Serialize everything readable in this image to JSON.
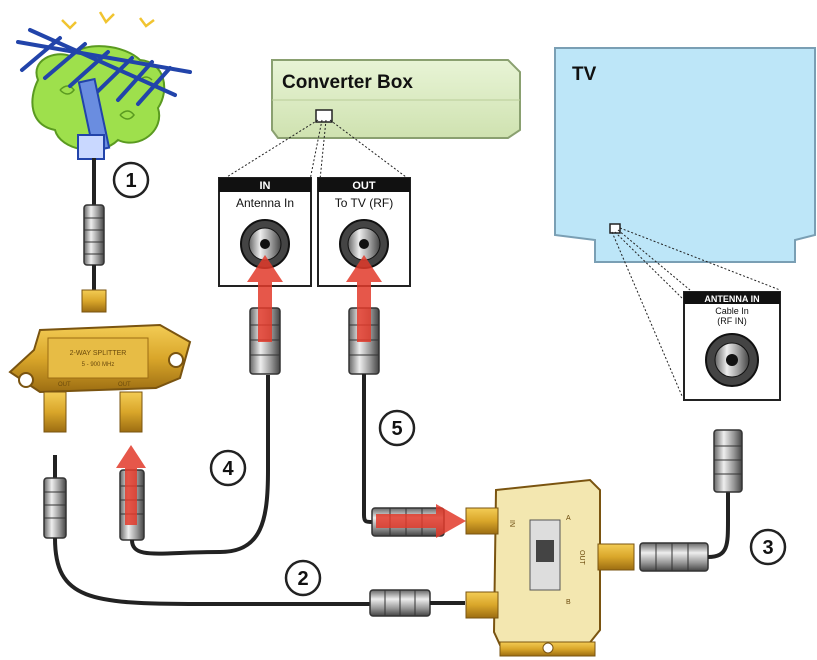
{
  "converter_box": {
    "title": "Converter Box"
  },
  "tv": {
    "title": "TV"
  },
  "input_panel": {
    "header": "IN",
    "label": "Antenna In"
  },
  "output_panel": {
    "header": "OUT",
    "label": "To TV (RF)"
  },
  "tv_antenna_panel": {
    "header": "ANTENNA IN",
    "line1": "Cable In",
    "line2": "(RF IN)"
  },
  "splitter": {
    "line1": "2-WAY SPLITTER",
    "line2": "5 - 900 MHz",
    "port_left": "OUT",
    "port_right": "OUT"
  },
  "ab_switch": {
    "label_in": "IN",
    "label_a": "A",
    "label_b": "B",
    "label_out": "OUT"
  },
  "steps": [
    "1",
    "2",
    "3",
    "4",
    "5"
  ],
  "colors": {
    "box_green": "#dfefc8",
    "tv_blue": "#bde6f8",
    "brass": "#d9a62a",
    "arrow_red": "#e23a2a",
    "antenna_blue": "#2244aa",
    "grass_green": "#9ee04c"
  },
  "icons": [
    "antenna-icon",
    "coax-connector-icon",
    "splitter-icon",
    "ab-switch-icon",
    "arrow-up-icon",
    "arrow-right-icon"
  ]
}
